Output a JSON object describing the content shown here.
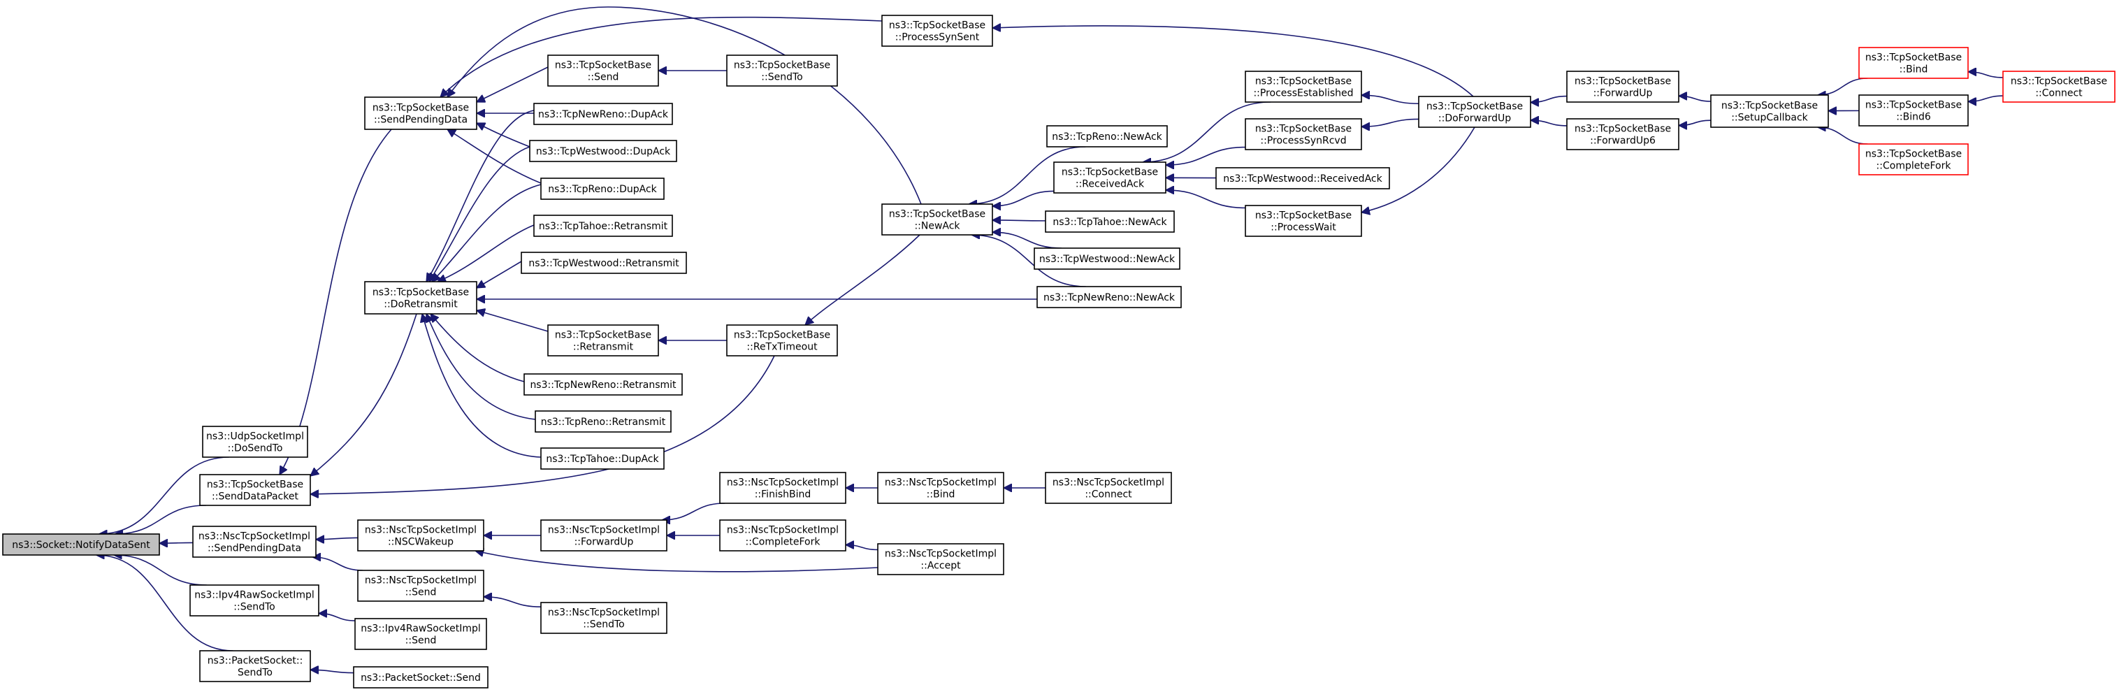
{
  "title": "ns3::Socket::NotifyDataSent caller graph",
  "colors": {
    "edge": "#191970",
    "root_fill": "#bfbfbf",
    "truncated_border": "#ff0000"
  },
  "nodes": [
    {
      "id": "root",
      "lines": [
        "ns3::Socket::NotifyDataSent"
      ],
      "root": true
    },
    {
      "id": "udpDoSendTo",
      "lines": [
        "ns3::UdpSocketImpl",
        "::DoSendTo"
      ]
    },
    {
      "id": "tcpSendDataPacket",
      "lines": [
        "ns3::TcpSocketBase",
        "::SendDataPacket"
      ]
    },
    {
      "id": "nscSendPending",
      "lines": [
        "ns3::NscTcpSocketImpl",
        "::SendPendingData"
      ]
    },
    {
      "id": "ipv4SendTo",
      "lines": [
        "ns3::Ipv4RawSocketImpl",
        "::SendTo"
      ]
    },
    {
      "id": "pktSendTo",
      "lines": [
        "ns3::PacketSocket::",
        "SendTo"
      ]
    },
    {
      "id": "tcpSendPending",
      "lines": [
        "ns3::TcpSocketBase",
        "::SendPendingData"
      ]
    },
    {
      "id": "tcpDoRetransmit",
      "lines": [
        "ns3::TcpSocketBase",
        "::DoRetransmit"
      ]
    },
    {
      "id": "nscNSCWakeup",
      "lines": [
        "ns3::NscTcpSocketImpl",
        "::NSCWakeup"
      ]
    },
    {
      "id": "nscSend",
      "lines": [
        "ns3::NscTcpSocketImpl",
        "::Send"
      ]
    },
    {
      "id": "ipv4Send",
      "lines": [
        "ns3::Ipv4RawSocketImpl",
        "::Send"
      ]
    },
    {
      "id": "pktSend",
      "lines": [
        "ns3::PacketSocket::Send"
      ]
    },
    {
      "id": "tcpSend",
      "lines": [
        "ns3::TcpSocketBase",
        "::Send"
      ]
    },
    {
      "id": "newRenoDupAck",
      "lines": [
        "ns3::TcpNewReno::DupAck"
      ]
    },
    {
      "id": "westwoodDupAck",
      "lines": [
        "ns3::TcpWestwood::DupAck"
      ]
    },
    {
      "id": "renoDupAck",
      "lines": [
        "ns3::TcpReno::DupAck"
      ]
    },
    {
      "id": "tahoeRetransmit",
      "lines": [
        "ns3::TcpTahoe::Retransmit"
      ]
    },
    {
      "id": "westwoodRetransmit",
      "lines": [
        "ns3::TcpWestwood::Retransmit"
      ]
    },
    {
      "id": "tcpRetransmit",
      "lines": [
        "ns3::TcpSocketBase",
        "::Retransmit"
      ]
    },
    {
      "id": "newRenoRetransmit",
      "lines": [
        "ns3::TcpNewReno::Retransmit"
      ]
    },
    {
      "id": "renoRetransmit",
      "lines": [
        "ns3::TcpReno::Retransmit"
      ]
    },
    {
      "id": "tahoeDupAck",
      "lines": [
        "ns3::TcpTahoe::DupAck"
      ]
    },
    {
      "id": "nscForwardUp",
      "lines": [
        "ns3::NscTcpSocketImpl",
        "::ForwardUp"
      ]
    },
    {
      "id": "nscSendTo",
      "lines": [
        "ns3::NscTcpSocketImpl",
        "::SendTo"
      ]
    },
    {
      "id": "tcpSendTo",
      "lines": [
        "ns3::TcpSocketBase",
        "::SendTo"
      ]
    },
    {
      "id": "tcpReTxTimeout",
      "lines": [
        "ns3::TcpSocketBase",
        "::ReTxTimeout"
      ]
    },
    {
      "id": "nscFinishBind",
      "lines": [
        "ns3::NscTcpSocketImpl",
        "::FinishBind"
      ]
    },
    {
      "id": "nscCompleteFork",
      "lines": [
        "ns3::NscTcpSocketImpl",
        "::CompleteFork"
      ]
    },
    {
      "id": "nscBind",
      "lines": [
        "ns3::NscTcpSocketImpl",
        "::Bind"
      ]
    },
    {
      "id": "nscAccept",
      "lines": [
        "ns3::NscTcpSocketImpl",
        "::Accept"
      ]
    },
    {
      "id": "nscConnect",
      "lines": [
        "ns3::NscTcpSocketImpl",
        "::Connect"
      ]
    },
    {
      "id": "tcpProcessSynSent",
      "lines": [
        "ns3::TcpSocketBase",
        "::ProcessSynSent"
      ]
    },
    {
      "id": "tcpNewAck",
      "lines": [
        "ns3::TcpSocketBase",
        "::NewAck"
      ]
    },
    {
      "id": "renoNewAck",
      "lines": [
        "ns3::TcpReno::NewAck"
      ]
    },
    {
      "id": "tcpReceivedAck",
      "lines": [
        "ns3::TcpSocketBase",
        "::ReceivedAck"
      ]
    },
    {
      "id": "tahoeNewAck",
      "lines": [
        "ns3::TcpTahoe::NewAck"
      ]
    },
    {
      "id": "westwoodNewAck",
      "lines": [
        "ns3::TcpWestwood::NewAck"
      ]
    },
    {
      "id": "newRenoNewAck",
      "lines": [
        "ns3::TcpNewReno::NewAck"
      ]
    },
    {
      "id": "tcpProcessEstablished",
      "lines": [
        "ns3::TcpSocketBase",
        "::ProcessEstablished"
      ]
    },
    {
      "id": "tcpProcessSynRcvd",
      "lines": [
        "ns3::TcpSocketBase",
        "::ProcessSynRcvd"
      ]
    },
    {
      "id": "westwoodReceivedAck",
      "lines": [
        "ns3::TcpWestwood::ReceivedAck"
      ]
    },
    {
      "id": "tcpProcessWait",
      "lines": [
        "ns3::TcpSocketBase",
        "::ProcessWait"
      ]
    },
    {
      "id": "tcpDoForwardUp",
      "lines": [
        "ns3::TcpSocketBase",
        "::DoForwardUp"
      ]
    },
    {
      "id": "tcpForwardUp",
      "lines": [
        "ns3::TcpSocketBase",
        "::ForwardUp"
      ]
    },
    {
      "id": "tcpForwardUp6",
      "lines": [
        "ns3::TcpSocketBase",
        "::ForwardUp6"
      ]
    },
    {
      "id": "tcpSetupCallback",
      "lines": [
        "ns3::TcpSocketBase",
        "::SetupCallback"
      ]
    },
    {
      "id": "tcpBind",
      "lines": [
        "ns3::TcpSocketBase",
        "::Bind"
      ],
      "truncated": true
    },
    {
      "id": "tcpBind6",
      "lines": [
        "ns3::TcpSocketBase",
        "::Bind6"
      ]
    },
    {
      "id": "tcpCompleteFork",
      "lines": [
        "ns3::TcpSocketBase",
        "::CompleteFork"
      ],
      "truncated": true
    },
    {
      "id": "tcpConnect",
      "lines": [
        "ns3::TcpSocketBase",
        "::Connect"
      ],
      "truncated": true
    }
  ],
  "edges": [
    [
      "udpDoSendTo",
      "root"
    ],
    [
      "tcpSendDataPacket",
      "root"
    ],
    [
      "nscSendPending",
      "root"
    ],
    [
      "ipv4SendTo",
      "root"
    ],
    [
      "pktSendTo",
      "root"
    ],
    [
      "tcpSendPending",
      "tcpSendDataPacket"
    ],
    [
      "tcpDoRetransmit",
      "tcpSendDataPacket"
    ],
    [
      "tcpReTxTimeout",
      "tcpSendDataPacket"
    ],
    [
      "nscNSCWakeup",
      "nscSendPending"
    ],
    [
      "nscSend",
      "nscSendPending"
    ],
    [
      "ipv4Send",
      "ipv4SendTo"
    ],
    [
      "pktSend",
      "pktSendTo"
    ],
    [
      "tcpSend",
      "tcpSendPending"
    ],
    [
      "newRenoDupAck",
      "tcpSendPending"
    ],
    [
      "westwoodDupAck",
      "tcpSendPending"
    ],
    [
      "renoDupAck",
      "tcpSendPending"
    ],
    [
      "tcpProcessSynSent",
      "tcpSendPending"
    ],
    [
      "tcpNewAck",
      "tcpSendPending"
    ],
    [
      "newRenoDupAck",
      "tcpDoRetransmit"
    ],
    [
      "westwoodDupAck",
      "tcpDoRetransmit"
    ],
    [
      "renoDupAck",
      "tcpDoRetransmit"
    ],
    [
      "tahoeRetransmit",
      "tcpDoRetransmit"
    ],
    [
      "westwoodRetransmit",
      "tcpDoRetransmit"
    ],
    [
      "tcpRetransmit",
      "tcpDoRetransmit"
    ],
    [
      "newRenoRetransmit",
      "tcpDoRetransmit"
    ],
    [
      "renoRetransmit",
      "tcpDoRetransmit"
    ],
    [
      "tahoeDupAck",
      "tcpDoRetransmit"
    ],
    [
      "newRenoNewAck",
      "tcpDoRetransmit"
    ],
    [
      "nscForwardUp",
      "nscNSCWakeup"
    ],
    [
      "nscAccept",
      "nscNSCWakeup"
    ],
    [
      "nscSendTo",
      "nscSend"
    ],
    [
      "tcpSendTo",
      "tcpSend"
    ],
    [
      "tcpReTxTimeout",
      "tcpRetransmit"
    ],
    [
      "nscFinishBind",
      "nscForwardUp"
    ],
    [
      "nscCompleteFork",
      "nscForwardUp"
    ],
    [
      "nscBind",
      "nscFinishBind"
    ],
    [
      "nscAccept",
      "nscCompleteFork"
    ],
    [
      "nscConnect",
      "nscBind"
    ],
    [
      "tcpDoForwardUp",
      "tcpProcessSynSent"
    ],
    [
      "tcpNewAck",
      "tcpReTxTimeout"
    ],
    [
      "renoNewAck",
      "tcpNewAck"
    ],
    [
      "tcpReceivedAck",
      "tcpNewAck"
    ],
    [
      "tahoeNewAck",
      "tcpNewAck"
    ],
    [
      "westwoodNewAck",
      "tcpNewAck"
    ],
    [
      "newRenoNewAck",
      "tcpNewAck"
    ],
    [
      "tcpProcessEstablished",
      "tcpReceivedAck"
    ],
    [
      "tcpProcessSynRcvd",
      "tcpReceivedAck"
    ],
    [
      "westwoodReceivedAck",
      "tcpReceivedAck"
    ],
    [
      "tcpProcessWait",
      "tcpReceivedAck"
    ],
    [
      "tcpDoForwardUp",
      "tcpProcessEstablished"
    ],
    [
      "tcpDoForwardUp",
      "tcpProcessSynRcvd"
    ],
    [
      "tcpDoForwardUp",
      "tcpProcessWait"
    ],
    [
      "tcpForwardUp",
      "tcpDoForwardUp"
    ],
    [
      "tcpForwardUp6",
      "tcpDoForwardUp"
    ],
    [
      "tcpSetupCallback",
      "tcpForwardUp"
    ],
    [
      "tcpSetupCallback",
      "tcpForwardUp6"
    ],
    [
      "tcpBind",
      "tcpSetupCallback"
    ],
    [
      "tcpBind6",
      "tcpSetupCallback"
    ],
    [
      "tcpCompleteFork",
      "tcpSetupCallback"
    ],
    [
      "tcpConnect",
      "tcpBind"
    ],
    [
      "tcpConnect",
      "tcpBind6"
    ]
  ]
}
